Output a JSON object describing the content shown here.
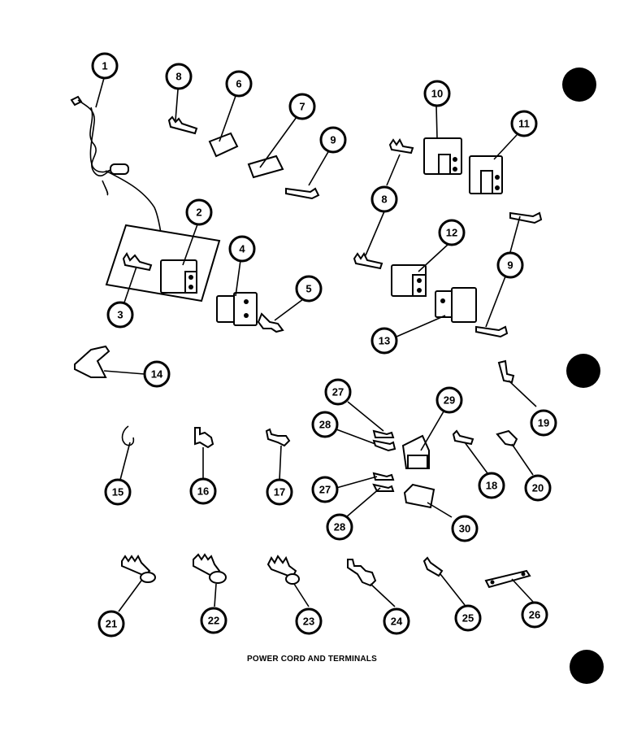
{
  "caption": "POWER CORD AND TERMINALS",
  "parts": [
    {
      "id": "1",
      "name": "power-cord"
    },
    {
      "id": "2",
      "name": "connector-housing"
    },
    {
      "id": "3",
      "name": "terminal"
    },
    {
      "id": "4",
      "name": "connector-housing"
    },
    {
      "id": "5",
      "name": "terminal"
    },
    {
      "id": "6",
      "name": "sleeve"
    },
    {
      "id": "7",
      "name": "sleeve"
    },
    {
      "id": "8",
      "name": "terminal"
    },
    {
      "id": "9",
      "name": "terminal"
    },
    {
      "id": "10",
      "name": "connector-housing"
    },
    {
      "id": "11",
      "name": "connector-housing"
    },
    {
      "id": "12",
      "name": "connector-housing"
    },
    {
      "id": "13",
      "name": "connector-housing"
    },
    {
      "id": "14",
      "name": "clamp"
    },
    {
      "id": "15",
      "name": "clip"
    },
    {
      "id": "16",
      "name": "terminal"
    },
    {
      "id": "17",
      "name": "terminal"
    },
    {
      "id": "18",
      "name": "terminal"
    },
    {
      "id": "19",
      "name": "terminal"
    },
    {
      "id": "20",
      "name": "terminal"
    },
    {
      "id": "21",
      "name": "ring-terminal"
    },
    {
      "id": "22",
      "name": "ring-terminal"
    },
    {
      "id": "23",
      "name": "ring-terminal"
    },
    {
      "id": "24",
      "name": "terminal"
    },
    {
      "id": "25",
      "name": "terminal"
    },
    {
      "id": "26",
      "name": "bus-bar"
    },
    {
      "id": "27",
      "name": "terminal"
    },
    {
      "id": "28",
      "name": "terminal"
    },
    {
      "id": "29",
      "name": "connector-housing"
    },
    {
      "id": "30",
      "name": "connector-housing"
    }
  ]
}
